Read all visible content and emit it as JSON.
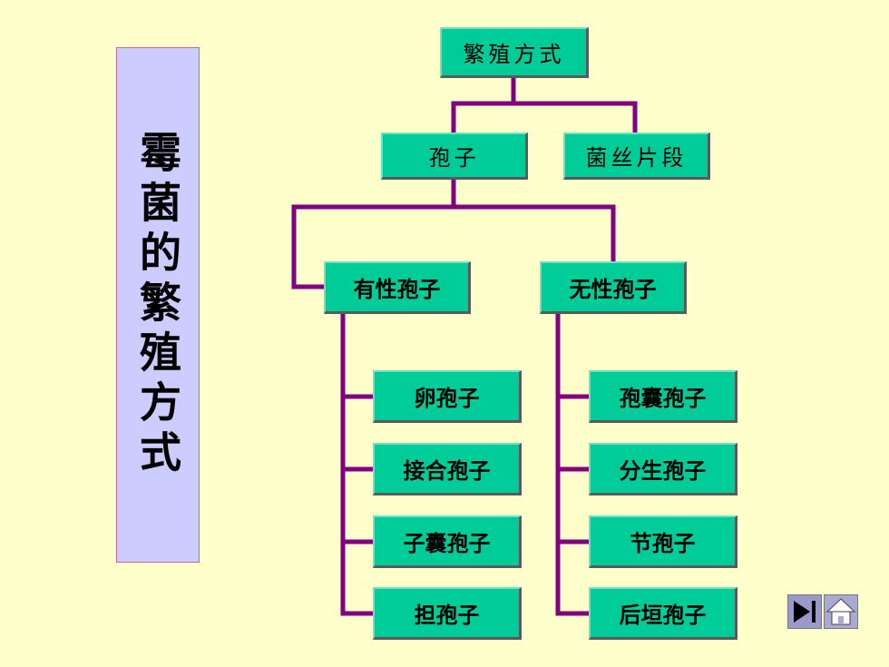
{
  "title": "霉菌的繁殖方式",
  "root": "繁殖方式",
  "level1": {
    "spore": "孢子",
    "hyphal_fragment": "菌丝片段"
  },
  "level2": {
    "sexual": "有性孢子",
    "asexual": "无性孢子"
  },
  "sexual_spores": [
    "卵孢子",
    "接合孢子",
    "子囊孢子",
    "担孢子"
  ],
  "asexual_spores": [
    "孢囊孢子",
    "分生孢子",
    "节孢子",
    "后垣孢子"
  ],
  "colors": {
    "background": "#FFFFCC",
    "node_fill": "#00CC99",
    "connector": "#800080",
    "title_panel": "#CCCCFF",
    "title_border": "#CC6699"
  },
  "icons": {
    "next": "next-slide-icon",
    "home": "home-icon"
  }
}
